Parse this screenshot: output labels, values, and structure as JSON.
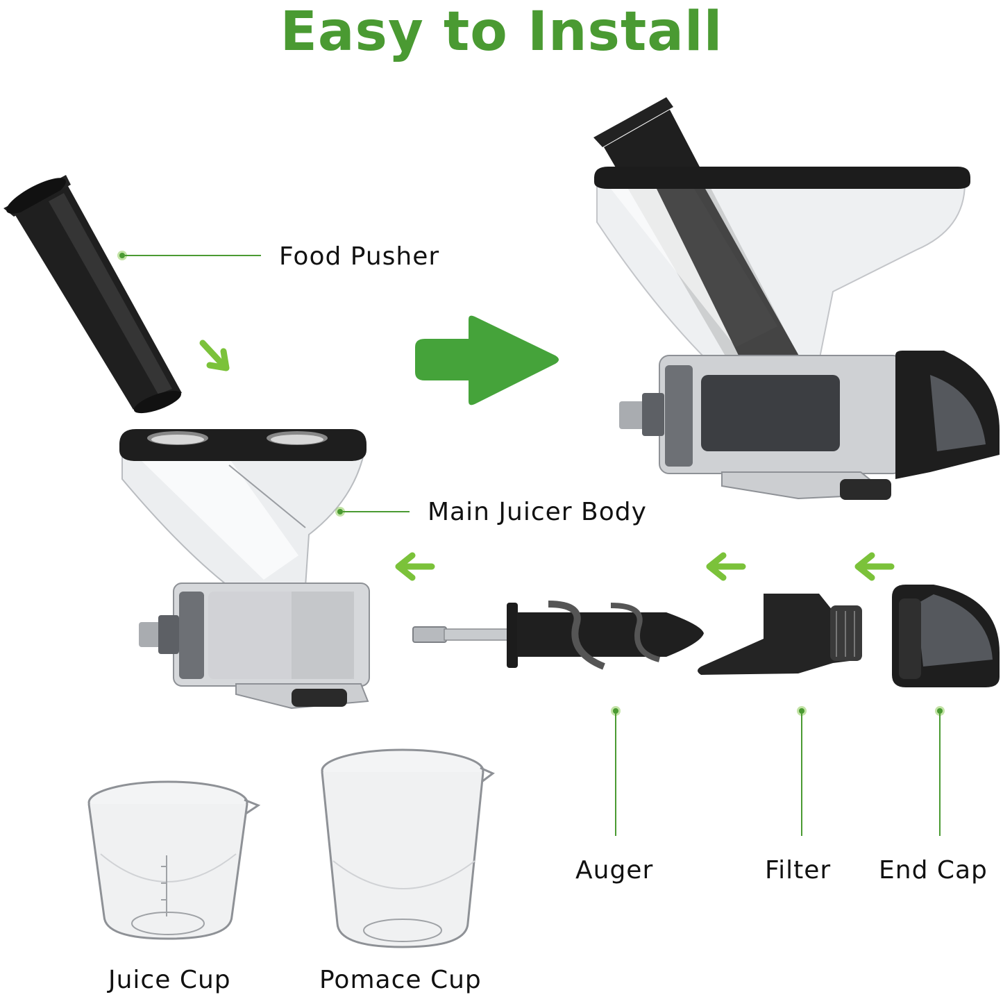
{
  "title": "Easy to Install",
  "colors": {
    "title_green": "#4a9a32",
    "accent_green": "#7bc23a",
    "arrow_green": "#45a33a",
    "part_black": "#1c1c1c",
    "clear_plastic": "#eceef0"
  },
  "labels": {
    "food_pusher": "Food Pusher",
    "main_body": "Main Juicer Body",
    "auger": "Auger",
    "filter": "Filter",
    "end_cap": "End Cap",
    "juice_cup": "Juice Cup",
    "pomace_cup": "Pomace Cup"
  },
  "icons": {
    "assembly_arrow": "big-right-arrow-icon",
    "insert_arrow": "down-right-arrow-icon",
    "step_arrows": "left-arrow-icon"
  }
}
